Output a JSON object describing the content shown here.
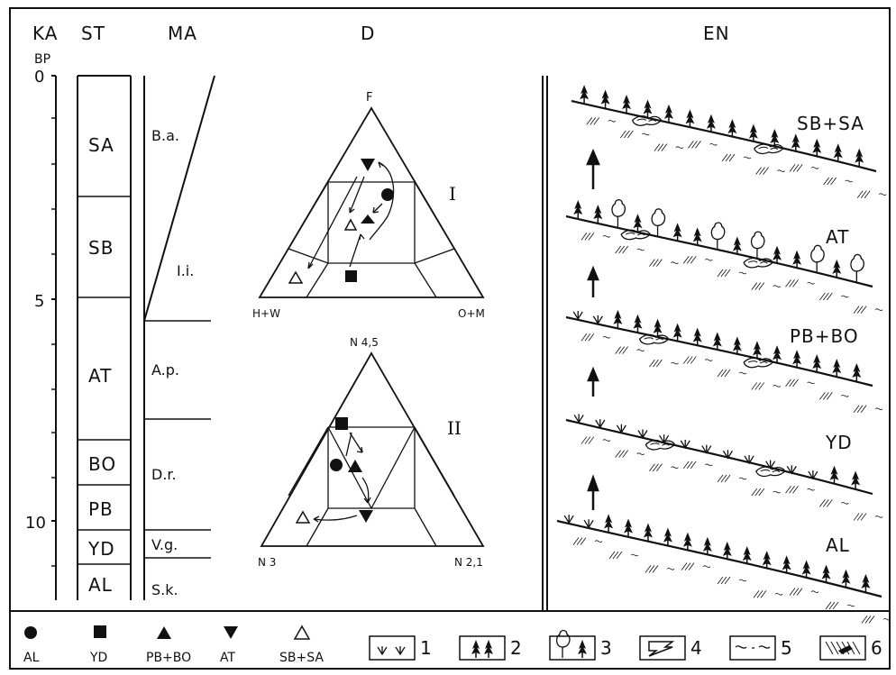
{
  "headers": {
    "ka": "KA",
    "bp": "BP",
    "st": "ST",
    "ma": "MA",
    "d": "D",
    "en": "EN"
  },
  "ka_ticks": [
    "0",
    "5",
    "10"
  ],
  "stages": [
    "SA",
    "SB",
    "AT",
    "BO",
    "PB",
    "YD",
    "AL"
  ],
  "ma_zones": [
    "B.a.",
    "I.i.",
    "A.p.",
    "D.r.",
    "V.g.",
    "S.k."
  ],
  "triangle1": {
    "apex": "F",
    "left": "H+W",
    "right": "O+M",
    "roman": "I"
  },
  "triangle2": {
    "apex": "N 4,5",
    "left": "N 3",
    "right": "N 2,1",
    "roman": "II"
  },
  "landscapes": [
    "SB+SA",
    "AT",
    "PB+BO",
    "YD",
    "AL"
  ],
  "legend_symbols": [
    "AL",
    "YD",
    "PB+BO",
    "AT",
    "SB+SA"
  ],
  "legend_numbers": [
    "1",
    "2",
    "3",
    "4",
    "5",
    "6"
  ]
}
